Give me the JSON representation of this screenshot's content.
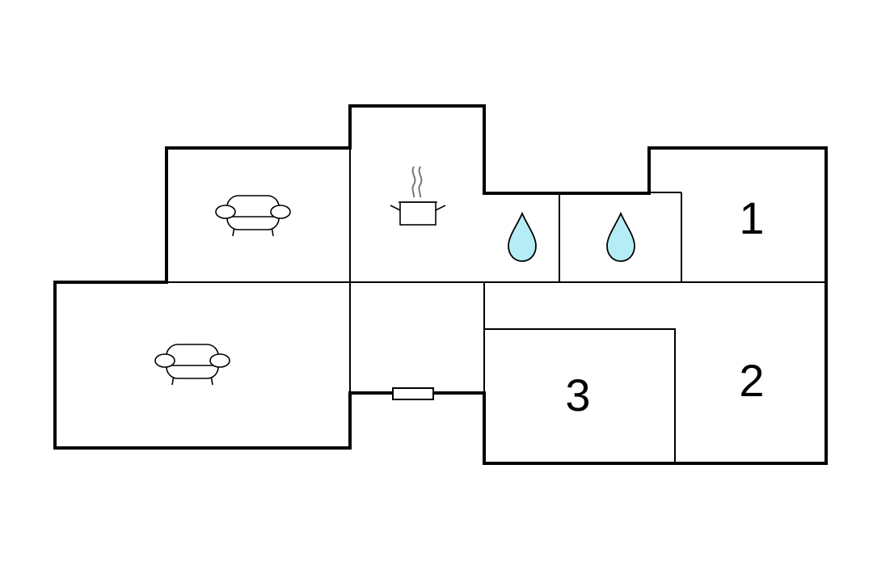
{
  "rooms": {
    "bedroom_1": {
      "label": "1"
    },
    "bedroom_2": {
      "label": "2"
    },
    "bedroom_3": {
      "label": "3"
    }
  },
  "icons": {
    "living_upper": "sofa-icon",
    "living_lower": "sofa-icon",
    "kitchen": "cooking-pot-icon",
    "bathroom_1": "water-drop-icon",
    "bathroom_2": "water-drop-icon",
    "entrance": "door-icon"
  },
  "colors": {
    "walls": "#000000",
    "water_drop": "#b5ecf5",
    "steam": "#777777"
  }
}
